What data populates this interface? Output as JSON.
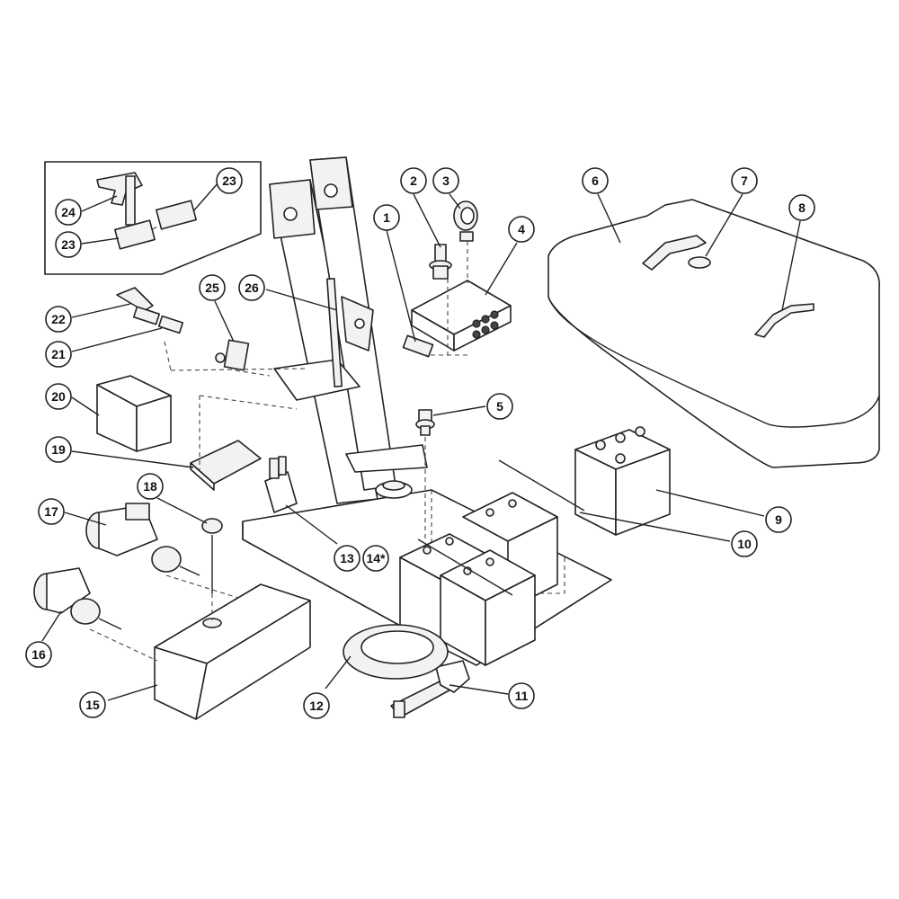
{
  "callouts": [
    {
      "id": "c1",
      "label": "1"
    },
    {
      "id": "c2",
      "label": "2"
    },
    {
      "id": "c3",
      "label": "3"
    },
    {
      "id": "c4",
      "label": "4"
    },
    {
      "id": "c5",
      "label": "5"
    },
    {
      "id": "c6",
      "label": "6"
    },
    {
      "id": "c7",
      "label": "7"
    },
    {
      "id": "c8",
      "label": "8"
    },
    {
      "id": "c9",
      "label": "9"
    },
    {
      "id": "c10",
      "label": "10"
    },
    {
      "id": "c11",
      "label": "11"
    },
    {
      "id": "c12",
      "label": "12"
    },
    {
      "id": "c13",
      "label": "13"
    },
    {
      "id": "c14",
      "label": "14*"
    },
    {
      "id": "c15",
      "label": "15"
    },
    {
      "id": "c16",
      "label": "16"
    },
    {
      "id": "c17",
      "label": "17"
    },
    {
      "id": "c18",
      "label": "18"
    },
    {
      "id": "c19",
      "label": "19"
    },
    {
      "id": "c20",
      "label": "20"
    },
    {
      "id": "c21",
      "label": "21"
    },
    {
      "id": "c22",
      "label": "22"
    },
    {
      "id": "c23a",
      "label": "23"
    },
    {
      "id": "c23b",
      "label": "23"
    },
    {
      "id": "c24",
      "label": "24"
    },
    {
      "id": "c25",
      "label": "25"
    },
    {
      "id": "c26",
      "label": "26"
    }
  ]
}
